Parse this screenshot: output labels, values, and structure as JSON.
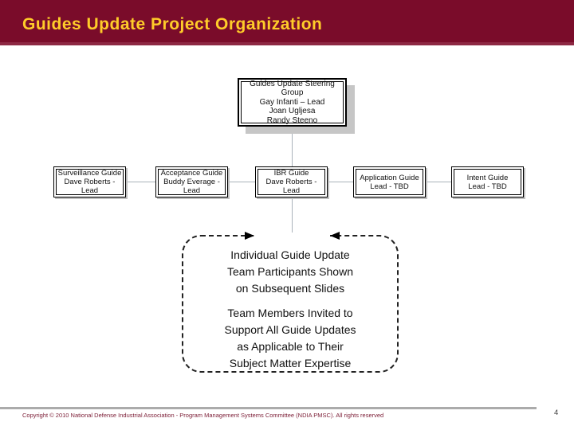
{
  "header": {
    "title": "Guides Update Project Organization",
    "bg_color": "#7a0c2a",
    "accent_strip_color": "#8d2843",
    "title_color": "#ffcc29"
  },
  "org_chart": {
    "connector_color": "#aab3ba",
    "steering_box": {
      "lines": [
        "Guides Update Steering",
        "Group",
        "Gay Infanti – Lead",
        "Joan Ugljesa",
        "Randy Steeno"
      ]
    },
    "guide_boxes": [
      {
        "lines": [
          "Surveillance Guide",
          "Dave Roberts -",
          "Lead"
        ]
      },
      {
        "lines": [
          "Acceptance Guide",
          "Buddy Everage -",
          "Lead"
        ]
      },
      {
        "lines": [
          "IBR Guide",
          "Dave Roberts -",
          "Lead"
        ]
      },
      {
        "lines": [
          "Application Guide",
          "Lead - TBD"
        ]
      },
      {
        "lines": [
          "Intent Guide",
          "Lead - TBD"
        ]
      }
    ],
    "note_box": {
      "paragraph1": [
        "Individual Guide Update",
        "Team Participants Shown",
        "on Subsequent Slides"
      ],
      "paragraph2": [
        "Team Members Invited to",
        "Support All Guide Updates",
        "as Applicable to Their",
        "Subject Matter Expertise"
      ]
    }
  },
  "footer": {
    "copyright": "Copyright © 2010 National Defense Industrial Association - Program Management Systems Committee (NDIA PMSC). All rights reserved",
    "page_number": "4",
    "text_color": "#7b1c35"
  }
}
